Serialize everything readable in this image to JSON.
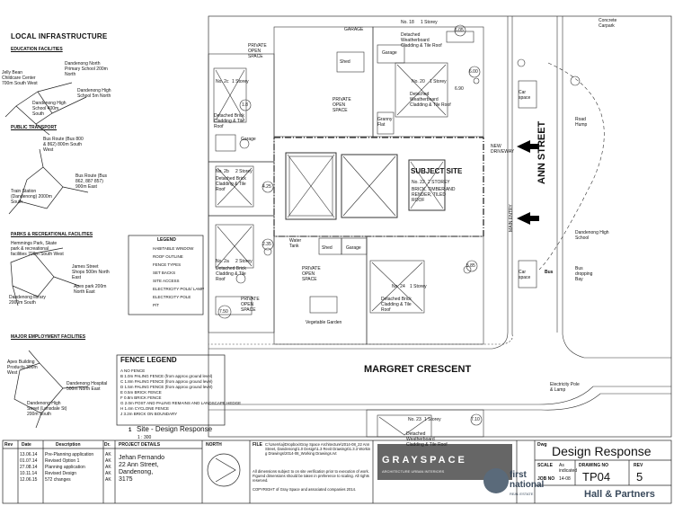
{
  "infrastructure": {
    "title": "LOCAL INFRASTRUCTURE",
    "education": {
      "heading": "EDUCATION FACILITIES",
      "items": [
        "Jelly Bean Childcare Center 700m South West",
        "Dandenong North Primary School 200m North",
        "Dandenong High School 5m North",
        "Dandenong High School 400m South"
      ]
    },
    "transport": {
      "heading": "PUBLIC TRANSPORT",
      "items": [
        "Bus Route (Bus 800 & 862) 800m South West",
        "Bus Route (Bus 862, 887 857) 900m East",
        "Train Station (Dandenong) 2000m South"
      ]
    },
    "parks": {
      "heading": "PARKS & RECREATIONAL FACILITIES",
      "items": [
        "Hemmings Park, Skate park & recreational facilities 700m South West",
        "James Street Shops 500m North East",
        "Apex park 200m North East",
        "Dandenong library 2000m South"
      ]
    },
    "employment": {
      "heading": "MAJOR EMPLOYMENT FACILITIES",
      "items": [
        "Apex Building Products 300m West",
        "Dandenong Hospital 500m North East",
        "Dandenong High Street (Lonsdale St) 200m South"
      ]
    }
  },
  "site": {
    "subject_title": "SUBJECT SITE",
    "subject_no": "No. 22",
    "subject_storey": "2 STOREY",
    "subject_desc": "BRICK, TIMBER AND RENDER, TILED ROOF",
    "ann_street": "ANN STREET",
    "margret_crescent": "MARGRET CRESCENT",
    "new_driveway": "NEW DRIVEWAY",
    "main_entry": "MAIN ENTRY",
    "labels": {
      "private_open_space": "PRIVATE OPEN SPACE",
      "garage": "Garage",
      "garage_caps": "GARAGE",
      "shed": "Shed",
      "granny_flat": "Granny Flat",
      "water_tank": "Water Tank",
      "veg_garden": "Vegetable Garden",
      "car_space": "Car space",
      "concrete_carpark": "Concrete Carpark",
      "road_hump": "Road Hump",
      "dhs": "Dandenong High School",
      "bus_bay": "Bus dropping Bay",
      "elec_pole": "Electricity Pole & Lamp",
      "dbw": "Detached Weatherboard Cladding & Tile Roof",
      "dbb": "Detached Brick Cladding & Tile Roof",
      "dbb2": "Detached Brick Cladding & Tile Roof",
      "bus": "Bus"
    },
    "houses": {
      "n18": "No. 18",
      "n18s": "1 Storey",
      "n20": "No. 20",
      "n20s": "1 Storey",
      "n2c": "No. 2c",
      "n2cs": "1 Storey",
      "n2b": "No. 2b",
      "n2bs": "2 Storey",
      "n2a": "No. 2a",
      "n2as": "2 Storey",
      "n24": "No. 24",
      "n24s": "1 Storey",
      "n23": "No. 23",
      "n23s": "1 Storey"
    },
    "dims": [
      "6.05",
      "6.00",
      "1.8",
      "4.25",
      "2.35",
      "7.50",
      "5.85",
      "7.10",
      "6.90"
    ],
    "legend": {
      "title": "LEGEND",
      "items": [
        "HABITABLE WINDOW",
        "ROOF OUTLINE",
        "FENCE TYPES",
        "SET BACKS",
        "SITE ACCESS",
        "ELECTRICITY POLE/ LAMP",
        "ELECTRICITY POLE",
        "P/T"
      ]
    },
    "fence_legend": {
      "title": "FENCE LEGEND",
      "items": [
        "A  NO FENCE",
        "B  1.0m PALING FENCE (from approx ground level)",
        "C  1.8m PALING FENCE (from approx ground level)",
        "D  1.5m PALING FENCE (from approx ground level)",
        "E  0.5m BRICK FENCE",
        "F  0.8m BRICK FENCE",
        "G  2.0m POST AND PALING REMAINS AND LANDSCAPE HEDGE",
        "H  1.4m CYCLONE FENCE",
        "J  3.2m BRICK ON BOUNDARY"
      ]
    },
    "plan_caption": "Site - Design Response",
    "plan_number": "1",
    "plan_scale": "1 : 300"
  },
  "title_block": {
    "rev_headers": [
      "Rev",
      "Date",
      "Description",
      "Dr."
    ],
    "revisions": [
      {
        "date": "13.06.14",
        "desc": "Pre-Planning application",
        "dr": "AK"
      },
      {
        "date": "01.07.14",
        "desc": "Revised Option 1",
        "dr": "AK"
      },
      {
        "date": "27.08.14",
        "desc": "Planning application",
        "dr": "AK"
      },
      {
        "date": "10.11.14",
        "desc": "Revised Design",
        "dr": "AK"
      },
      {
        "date": "12.06.15",
        "desc": "572 changes",
        "dr": "AK"
      }
    ],
    "project_heading": "PROJECT DETAILS",
    "project_lines": [
      "Jehan Fernando",
      "22 Ann Street,",
      "Dandenong,",
      "3175"
    ],
    "north": "NORTH",
    "file_label": "FILE",
    "file_path": "C:\\Users\\aj\\Dropbox\\Gray Space Architecture\\2014-08_22 Ann Street, Dandenong\\1.0 Design\\1.3 Revit Drawings\\1.3.3 Working Drawings\\2014-08_Working Drawings.rvt",
    "notes": [
      "All dimensions subject to on site verification prior to execution of work. Figured dimensions should be taken in preference to scaling. All rights reserved.",
      "COPYRIGHT of Gray Space and associated companies 2014."
    ],
    "firm": "GRAYSPACE",
    "firm_sub": "ARCHITECTURE   URBAN   INTERIORS",
    "partner_first": "first",
    "partner_national": "national",
    "partner_re": "REAL ESTATE",
    "partner_hall": "Hall & Partners",
    "dwg_label": "Dwg",
    "dwg_title": "Design Response",
    "scale_label": "SCALE",
    "scale_value": "As indicated",
    "job_label": "JOB NO",
    "job_value": "14-08",
    "drawing_no_label": "DRAWING NO",
    "drawing_no": "TP04",
    "rev_label": "REV",
    "rev_value": "5"
  }
}
